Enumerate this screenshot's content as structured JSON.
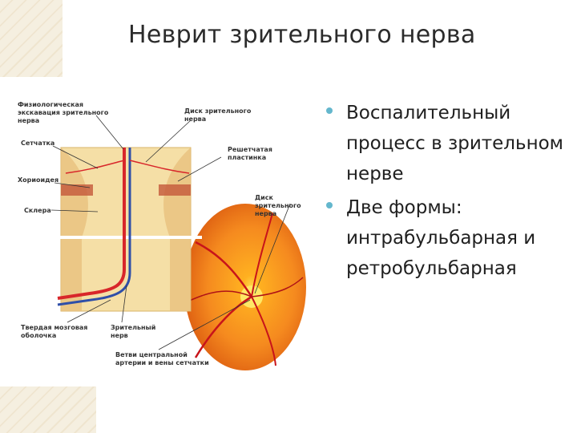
{
  "slide": {
    "title": "Неврит зрительного нерва",
    "bullets": [
      "Воспалительный процесс в зрительном нерве",
      "Две формы: интрабульбарная и ретробульбарная"
    ]
  },
  "figure": {
    "labels": {
      "excavation": "Физиологическая экскавация зрительного нерва",
      "disc_top": "Диск зрительного нерва",
      "retina": "Сетчатка",
      "choroid": "Хориоидея",
      "lamina": "Решетчатая пластинка",
      "sclera": "Склера",
      "disc_right": "Диск зрительного нерва",
      "dura": "Твердая мозговая оболочка",
      "optic_nerve": "Зрительный нерв",
      "vessels": "Ветви центральной артерии и вены сетчатки"
    }
  },
  "colors": {
    "bullet": "#64b7cd",
    "fundus": "#f58a1f",
    "artery": "#d8262a",
    "vein": "#2f4fa8",
    "nerve_tissue": "#f5dfa6"
  }
}
